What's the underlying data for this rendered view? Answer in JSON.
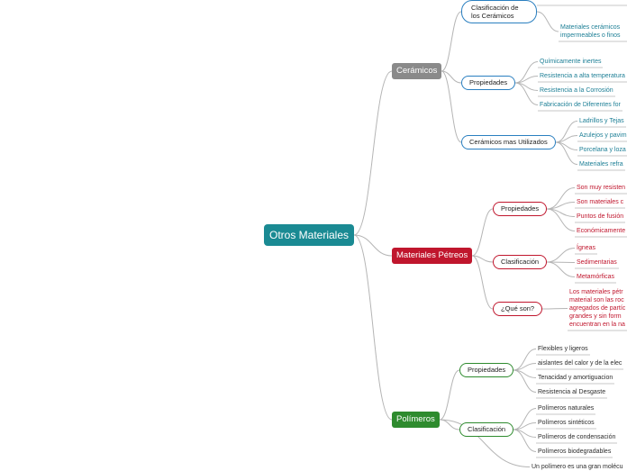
{
  "colors": {
    "root": "#1a8a93",
    "ceramicos": "#8a8a8a",
    "petreos": "#c0162d",
    "polimeros": "#2e8b2e",
    "ceramicos_sub": "#2a7fc0",
    "ceramicos_leaf": "#1d7f96",
    "petreos_leaf": "#c0162d",
    "polimeros_leaf": "#2d2d2d",
    "line": "#b5b5b5"
  },
  "root": {
    "label": "Otros Materiales"
  },
  "ceramicos": {
    "label": "Cerámicos",
    "clasificacion": {
      "label": "Clasificación de los Cerámicos",
      "items": [
        "Materiales cerámicos impermeables o finos"
      ]
    },
    "propiedades": {
      "label": "Propiedades",
      "items": [
        "Químicamente inertes",
        "Resistencia a alta temperatura",
        "Resistencia a la Corrosión",
        "Fabricación de Diferentes for"
      ]
    },
    "utilizados": {
      "label": "Cerámicos mas Utilizados",
      "items": [
        "Ladrillos y Tejas",
        "Azulejos y pavim",
        "Porcelana y loza",
        "Materiales refra"
      ]
    }
  },
  "petreos": {
    "label": "Materiales Pétreos",
    "propiedades": {
      "label": "Propiedades",
      "items": [
        "Son muy resisten",
        "Son materiales c",
        "Puntos de fusión",
        "Económicamente"
      ]
    },
    "clasificacion": {
      "label": "Clasificación",
      "items": [
        "Ígneas",
        "Sedimentarias",
        "Metamórficas"
      ]
    },
    "que_son": {
      "label": "¿Qué son?",
      "text": "Los materiales pétr material son las roc agregados de partíc grandes y sin form encuentran en la na"
    }
  },
  "polimeros": {
    "label": "Polímeros",
    "propiedades": {
      "label": "Propiedades",
      "items": [
        "Flexibles y ligeros",
        "aislantes del calor y de la elec",
        "Tenacidad y amortiguacion",
        "Resistencia al Desgaste"
      ]
    },
    "clasificacion": {
      "label": "Clasificación",
      "items": [
        "Polímeros naturales",
        "Polímeros sintéticos",
        "Polímeros de condensación",
        "Polímeros biodegradables"
      ]
    },
    "definicion": {
      "text": "Un polímero es una gran molécu"
    }
  }
}
